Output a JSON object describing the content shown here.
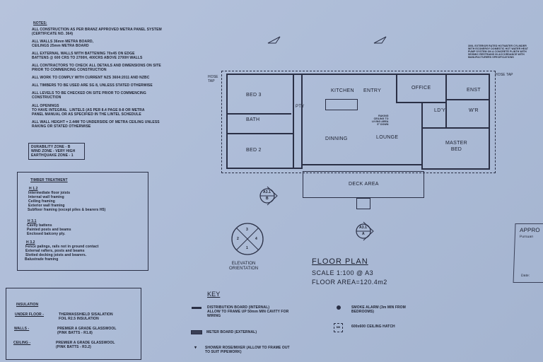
{
  "notes": {
    "heading": "NOTES:",
    "items": [
      "ALL CONSTRUCTION AS PER BRANZ APPROVED METRA PANEL SYSTEM\n(CERTIFICATE NO. 364)",
      "ALL WALLS 36mm METRA BOARD,\nCEILINGS 25mm METRA BOARD",
      "ALL EXTERNAL WALLS WITH BATTENING 70x45 ON EDGE\nBATTENS @ 600 CRS TO 2700H, 400CRS ABOVE 2700H WALLS",
      "ALL CONTRACTORS TO CHECK ALL DETAILS AND DIMENSIONS ON SITE\nPRIOR TO COMMENCING CONSTRUCTION",
      "ALL WORK TO COMPLY WITH CURRENT NZS 3604:2011 AND NZBC",
      "ALL TIMBERS TO BE USED ARE SG 8, UNLESS STATED OTHERWISE",
      "ALL LEVELS TO BE CHECKED ON SITE PRIOR TO COMMENCING\nCONSTRUCTION",
      "ALL OPENINGS\nTO HAVE INTEGRAL  LINTELS (AS PER 8.4 PAGE 8-8 OR METRA\nPANEL MANUAL OR AS SPECIFIED IN THE LINTEL SCHEDULE",
      "ALL WALL HEIGHT = 2.44M TO UNDERSIDE OF METRA CEILING UNLESS\nRAKING OR STATED OTHERWISE"
    ]
  },
  "zones": [
    "DURABILITY ZONE - B",
    "WIND ZONE - VERY HIGH",
    "EARTHQUAKE ZONE - 1"
  ],
  "timber_treatment": {
    "heading": "TIMBER TREATMENT",
    "groups": [
      {
        "code": "H 1.2",
        "items": [
          "Intermediate floor joists",
          "Internal wall framing",
          "Ceiling framing",
          "Exterior wall framing",
          "Subfloor framing (except piles & bearers H5)"
        ]
      },
      {
        "code": "H 3.1",
        "items": [
          "Cavity battens",
          "Painted posts and beams",
          "Enclosed balcony ply."
        ]
      },
      {
        "code": "H 3.2",
        "items": [
          "Fence palings, rails not in ground contact",
          "External rafters, posts and beams",
          "Slotted decking joists and bearers.",
          "Balustrade framing"
        ]
      }
    ]
  },
  "insulation": {
    "heading": "INSULATION",
    "rows": [
      {
        "label": "UNDER FLOOR -",
        "value": "THERMASSHIELD SISALATION\nFOIL R2.5 INSULATION"
      },
      {
        "label": "WALLS -",
        "value": "PREMIER A GRADE GLASSWOOL\n(PINK BATTS - R1.8)"
      },
      {
        "label": "CEILING -",
        "value": "PREMIER A GRADE GLASSWOOL\n(PINK BATTS - R3.2)"
      }
    ]
  },
  "plan": {
    "rooms": {
      "bed3": "BED 3",
      "bath": "BATH",
      "bed2": "BED 2",
      "kitchen": "KITCHEN",
      "entry": "ENTRY",
      "office": "OFFICE",
      "ens": "ENST",
      "pty": "PTY",
      "ldy": "LD'Y",
      "wr": "W'R",
      "dinning": "DINNING",
      "lounge": "LOUNGE",
      "master": "MASTER\nBED",
      "deck": "DECK AREA"
    },
    "hose_tap_left": "HOSE\nTAP",
    "hose_tap_right": "HOSE TAP",
    "raking_note": "RAKING\nCEILING TO\nLIVING AREA\n5° DOWN",
    "hotwater_note": "300L EXTERIOR RATED HOTWATER CYLINDER\nWITH ECONERGY DOMESTIC HOT WATER HEAT\nPUMP SYSTEM ON A CONCRETE PLINTH WITH\nSEISMIC RESTRAINS IN ACCORDANCE WITH\nMANUFACTURERS SPECIFICATIONS",
    "section_b": {
      "ref": "A3.1",
      "id": "B"
    },
    "section_a": {
      "ref": "A3.1",
      "id": "A"
    }
  },
  "elevation": {
    "label": "ELEVATION\nORIENTATION",
    "quadrants": [
      "3",
      "4",
      "1",
      "2"
    ]
  },
  "title_block": {
    "title": "FLOOR PLAN",
    "scale": "SCALE 1:100 @ A3",
    "area": "FLOOR AREA=120.4m2"
  },
  "key": {
    "heading": "KEY",
    "items": [
      {
        "icon": "distribution-board-icon",
        "text": "DISTRIBUTION BOARD (INTERNAL)\nALLOW TO FRAME UP 50mm MIN CAVITY FOR\nWIRING"
      },
      {
        "icon": "meter-board-icon",
        "text": "METER BOARD (EXTERNAL)"
      },
      {
        "icon": "shower-rose-icon",
        "text": "SHOWER ROSE/MIXER (ALLOW TO FRAME OUT\nTO SUIT PIPEWORK)"
      },
      {
        "icon": "smoke-alarm-icon",
        "text": "SMOKE ALARM (3m MIN FROM\nBEDROOMS)"
      },
      {
        "icon": "ceiling-hatch-icon",
        "text": "600x600 CEILING HATCH",
        "badge": "MH"
      }
    ]
  },
  "stamp": {
    "title": "APPRO",
    "line": "Pursuan",
    "date": "Date:"
  }
}
